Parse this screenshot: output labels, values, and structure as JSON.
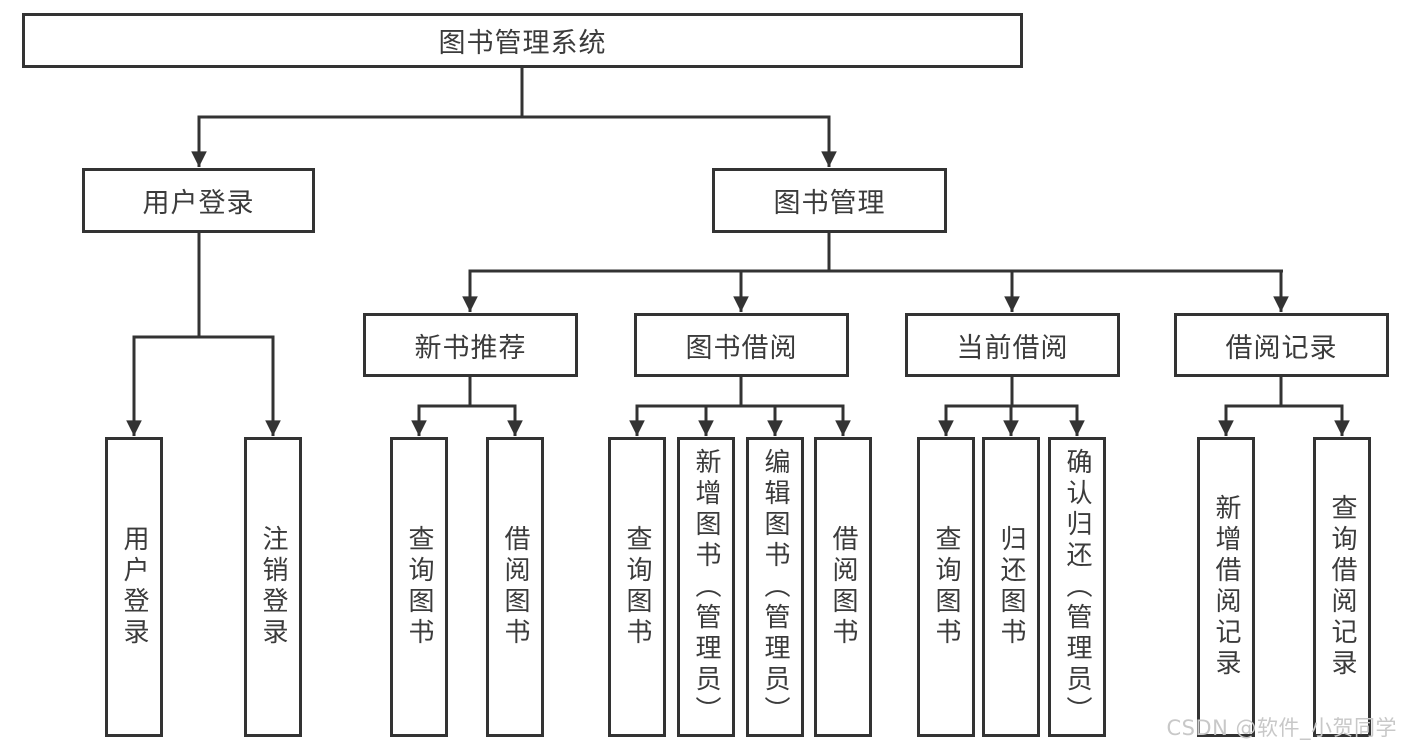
{
  "diagram_type": "hierarchy-tree",
  "tree": {
    "label": "图书管理系统",
    "children": [
      {
        "label": "用户登录",
        "children": [
          {
            "label": "用户登录"
          },
          {
            "label": "注销登录"
          }
        ]
      },
      {
        "label": "图书管理",
        "children": [
          {
            "label": "新书推荐",
            "children": [
              {
                "label": "查询图书"
              },
              {
                "label": "借阅图书"
              }
            ]
          },
          {
            "label": "图书借阅",
            "children": [
              {
                "label": "查询图书"
              },
              {
                "label": "新增图书（管理员）"
              },
              {
                "label": "编辑图书（管理员）"
              },
              {
                "label": "借阅图书"
              }
            ]
          },
          {
            "label": "当前借阅",
            "children": [
              {
                "label": "查询图书"
              },
              {
                "label": "归还图书"
              },
              {
                "label": "确认归还（管理员）"
              }
            ]
          },
          {
            "label": "借阅记录",
            "children": [
              {
                "label": "新增借阅记录"
              },
              {
                "label": "查询借阅记录"
              }
            ]
          }
        ]
      }
    ]
  },
  "watermark": {
    "text": "CSDN @软件_小贺同学"
  },
  "colors": {
    "line": "#333333",
    "box_border": "#333333",
    "box_fill": "#ffffff",
    "text": "#3b3b3b",
    "watermark": "#c8c8c8",
    "background": "#ffffff"
  }
}
